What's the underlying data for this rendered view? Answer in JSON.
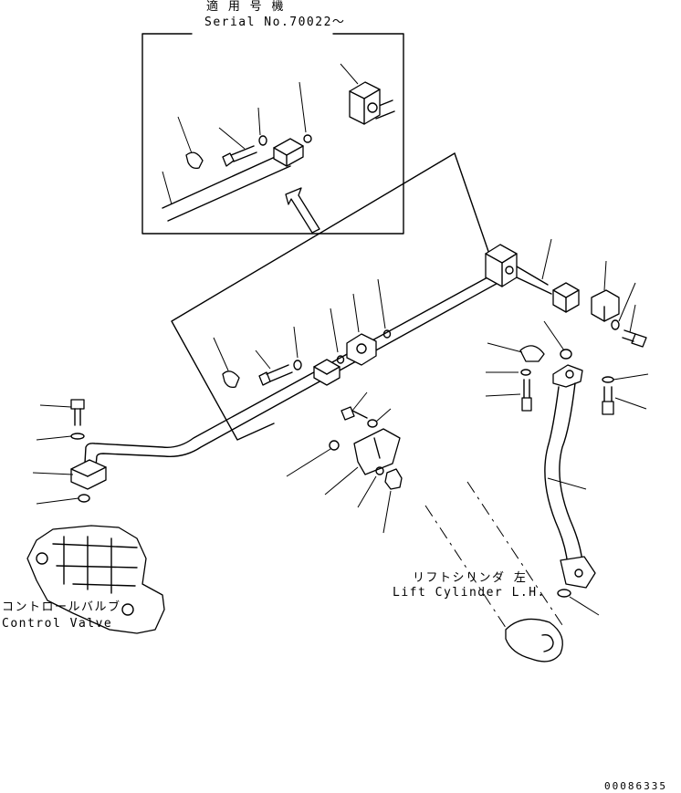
{
  "inset": {
    "title_jp": "適 用 号 機",
    "title_en": "Serial No.70022～"
  },
  "labels": {
    "control_valve_jp": "コントロールバルブ",
    "control_valve_en": "Control Valve",
    "lift_cylinder_jp": "リフトシリンダ 左",
    "lift_cylinder_en": "Lift Cylinder L.H."
  },
  "drawing_number": "00086335"
}
